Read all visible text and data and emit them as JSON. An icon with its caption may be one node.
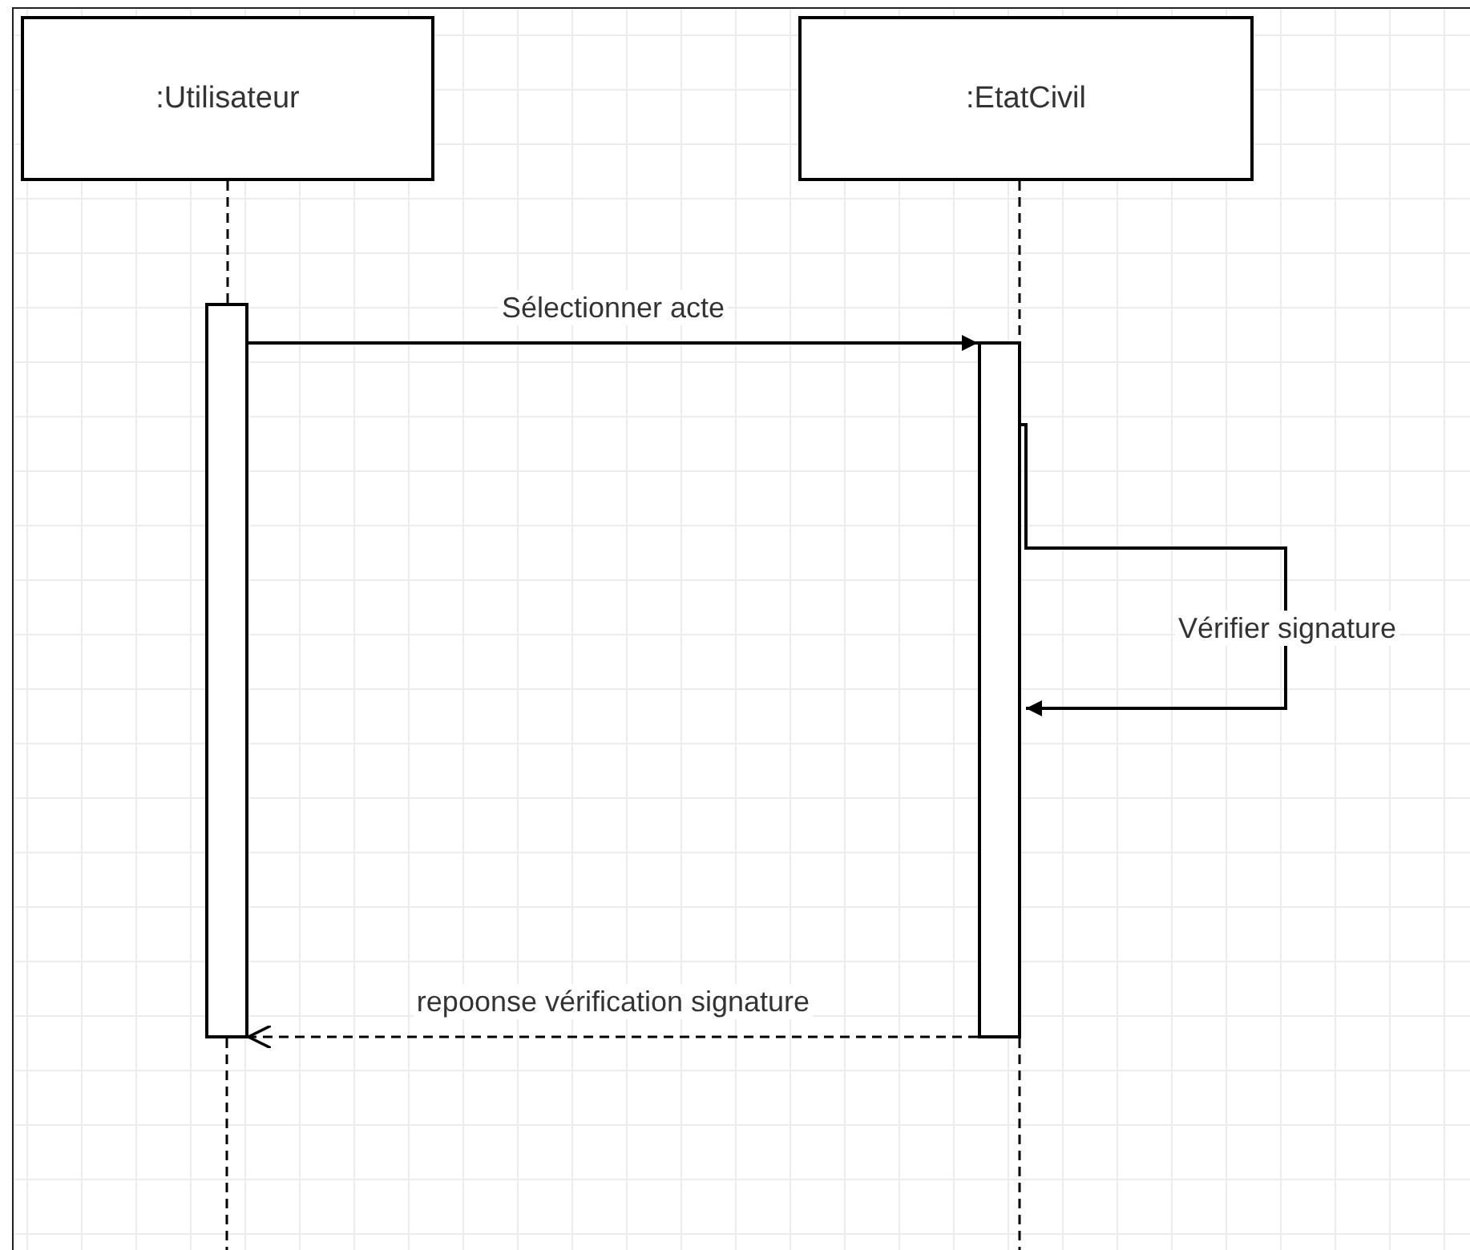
{
  "diagram": {
    "nodes": [
      {
        "text": [
          ":Utilisateur"
        ]
      },
      {
        "text": [
          ":EtatCivil"
        ]
      },
      {
        "text": [],
        "shape": "bar"
      },
      {
        "text": [],
        "shape": "bar"
      }
    ],
    "edges": [
      {
        "from": 0,
        "to": 2,
        "arrow": "none",
        "style": "dashed"
      },
      {
        "from": 2,
        "to": null,
        "arrow": "none",
        "style": "dashed"
      },
      {
        "from": 1,
        "to": 3,
        "arrow": "none",
        "style": "dashed"
      },
      {
        "from": 3,
        "to": null,
        "arrow": "none",
        "style": "dashed"
      },
      {
        "from": 2,
        "to": 3,
        "arrow": "to",
        "label": "Sélectionner acte"
      },
      {
        "from": 3,
        "to": 3,
        "arrow": "to",
        "label": "Vérifier signature"
      },
      {
        "from": 3,
        "to": 2,
        "arrow": "to",
        "style": "dashed",
        "label": "repoonse vérification signature"
      }
    ]
  }
}
